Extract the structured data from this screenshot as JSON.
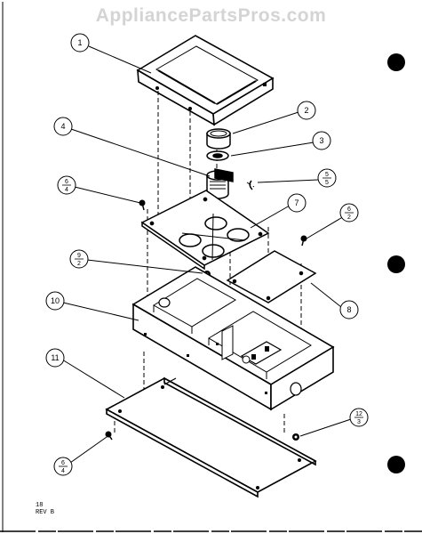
{
  "watermark": "AppliancePartsPros.com",
  "callouts": {
    "c1": "1",
    "c2": "2",
    "c3": "3",
    "c4": "4",
    "c7": "7",
    "c8": "8",
    "c10": "10",
    "c11": "11"
  },
  "fractions": {
    "f_6_4_top": {
      "num": "6",
      "den": "4"
    },
    "f_5_5": {
      "num": "5",
      "den": "5"
    },
    "f_6_2": {
      "num": "6",
      "den": "2"
    },
    "f_9_2": {
      "num": "9",
      "den": "2"
    },
    "f_12_3": {
      "num": "12",
      "den": "3"
    },
    "f_6_4_bottom": {
      "num": "6",
      "den": "4"
    }
  },
  "revision": {
    "line1": "18",
    "line2": "REV B"
  },
  "colors": {
    "ink": "#000000",
    "watermark": "#d4d4d4",
    "paper": "#ffffff"
  }
}
